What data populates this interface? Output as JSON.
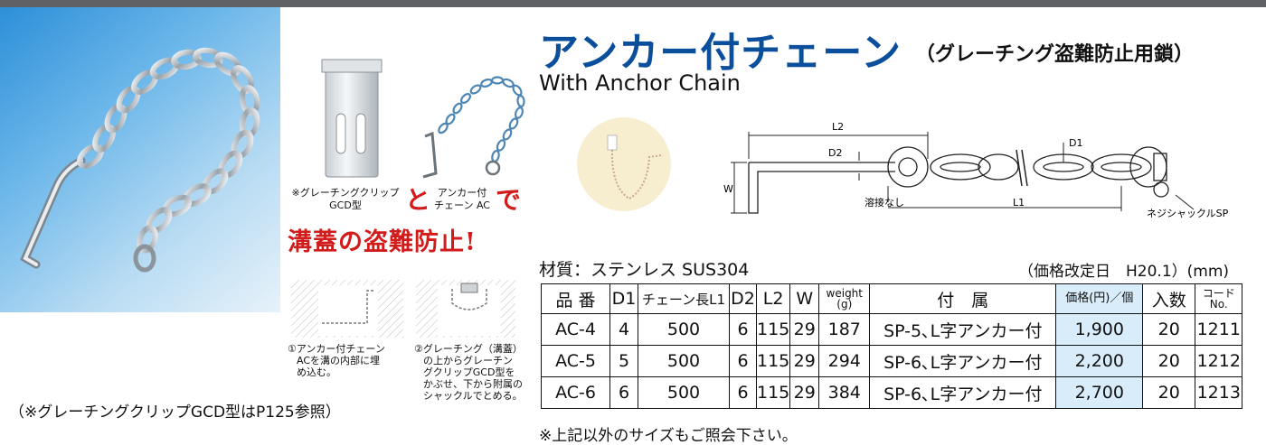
{
  "header": {
    "title": "アンカー付チェーン",
    "subtitle": "（グレーチング盗難防止用鎖）",
    "english": "With Anchor Chain"
  },
  "captions": {
    "clip": "※グレーチングクリップ GCD型",
    "chain": "アンカー付 チェーン AC",
    "to": "と",
    "de": "で",
    "slogan": "溝蓋の盗難防止!"
  },
  "steps": {
    "step1": [
      "①アンカー付チェーン",
      "ACを溝の内部に埋",
      "め込む。"
    ],
    "step2": [
      "②グレーチング（溝蓋）",
      "の上からグレーチン",
      "グクリップGCD型を",
      "かぶせ、下から附属の",
      "シャックルでとめる。"
    ]
  },
  "left_note": "（※グレーチングクリップGCD型はP125参照）",
  "diagram": {
    "L2": "L2",
    "D2": "D2",
    "D1": "D1",
    "W": "W",
    "L1": "L1",
    "weld": "溶接なし",
    "shackle": "ネジシャックルSP"
  },
  "material": "材質：ステンレス SUS304",
  "price_date": "（価格改定日　H20.1）(mm)",
  "table": {
    "headers": {
      "model": "品 番",
      "d1": "D1",
      "chain_len": "チェーン長L1",
      "d2": "D2",
      "l2": "L2",
      "w": "W",
      "weight_top": "weight",
      "weight_bottom": "(g)",
      "accessory": "付　属",
      "price": "価格(円)／個",
      "qty": "入数",
      "code_top": "コード",
      "code_bottom": "No."
    },
    "rows": [
      {
        "model": "AC-4",
        "d1": "4",
        "chain_len": "500",
        "d2": "6",
        "l2": "115",
        "w": "29",
        "weight": "187",
        "accessory": "SP-5､L字アンカー付",
        "price": "1,900",
        "qty": "20",
        "code": "1211"
      },
      {
        "model": "AC-5",
        "d1": "5",
        "chain_len": "500",
        "d2": "6",
        "l2": "115",
        "w": "29",
        "weight": "294",
        "accessory": "SP-6､L字アンカー付",
        "price": "2,200",
        "qty": "20",
        "code": "1212"
      },
      {
        "model": "AC-6",
        "d1": "6",
        "chain_len": "500",
        "d2": "6",
        "l2": "115",
        "w": "29",
        "weight": "384",
        "accessory": "SP-6､L字アンカー付",
        "price": "2,700",
        "qty": "20",
        "code": "1213"
      }
    ]
  },
  "note": "※上記以外のサイズもご照会下さい。",
  "colors": {
    "title_blue": "#0b4f9c",
    "slogan_red": "#d21c1c",
    "price_cell": "#d8ecf9",
    "top_bar": "#5f6164"
  }
}
